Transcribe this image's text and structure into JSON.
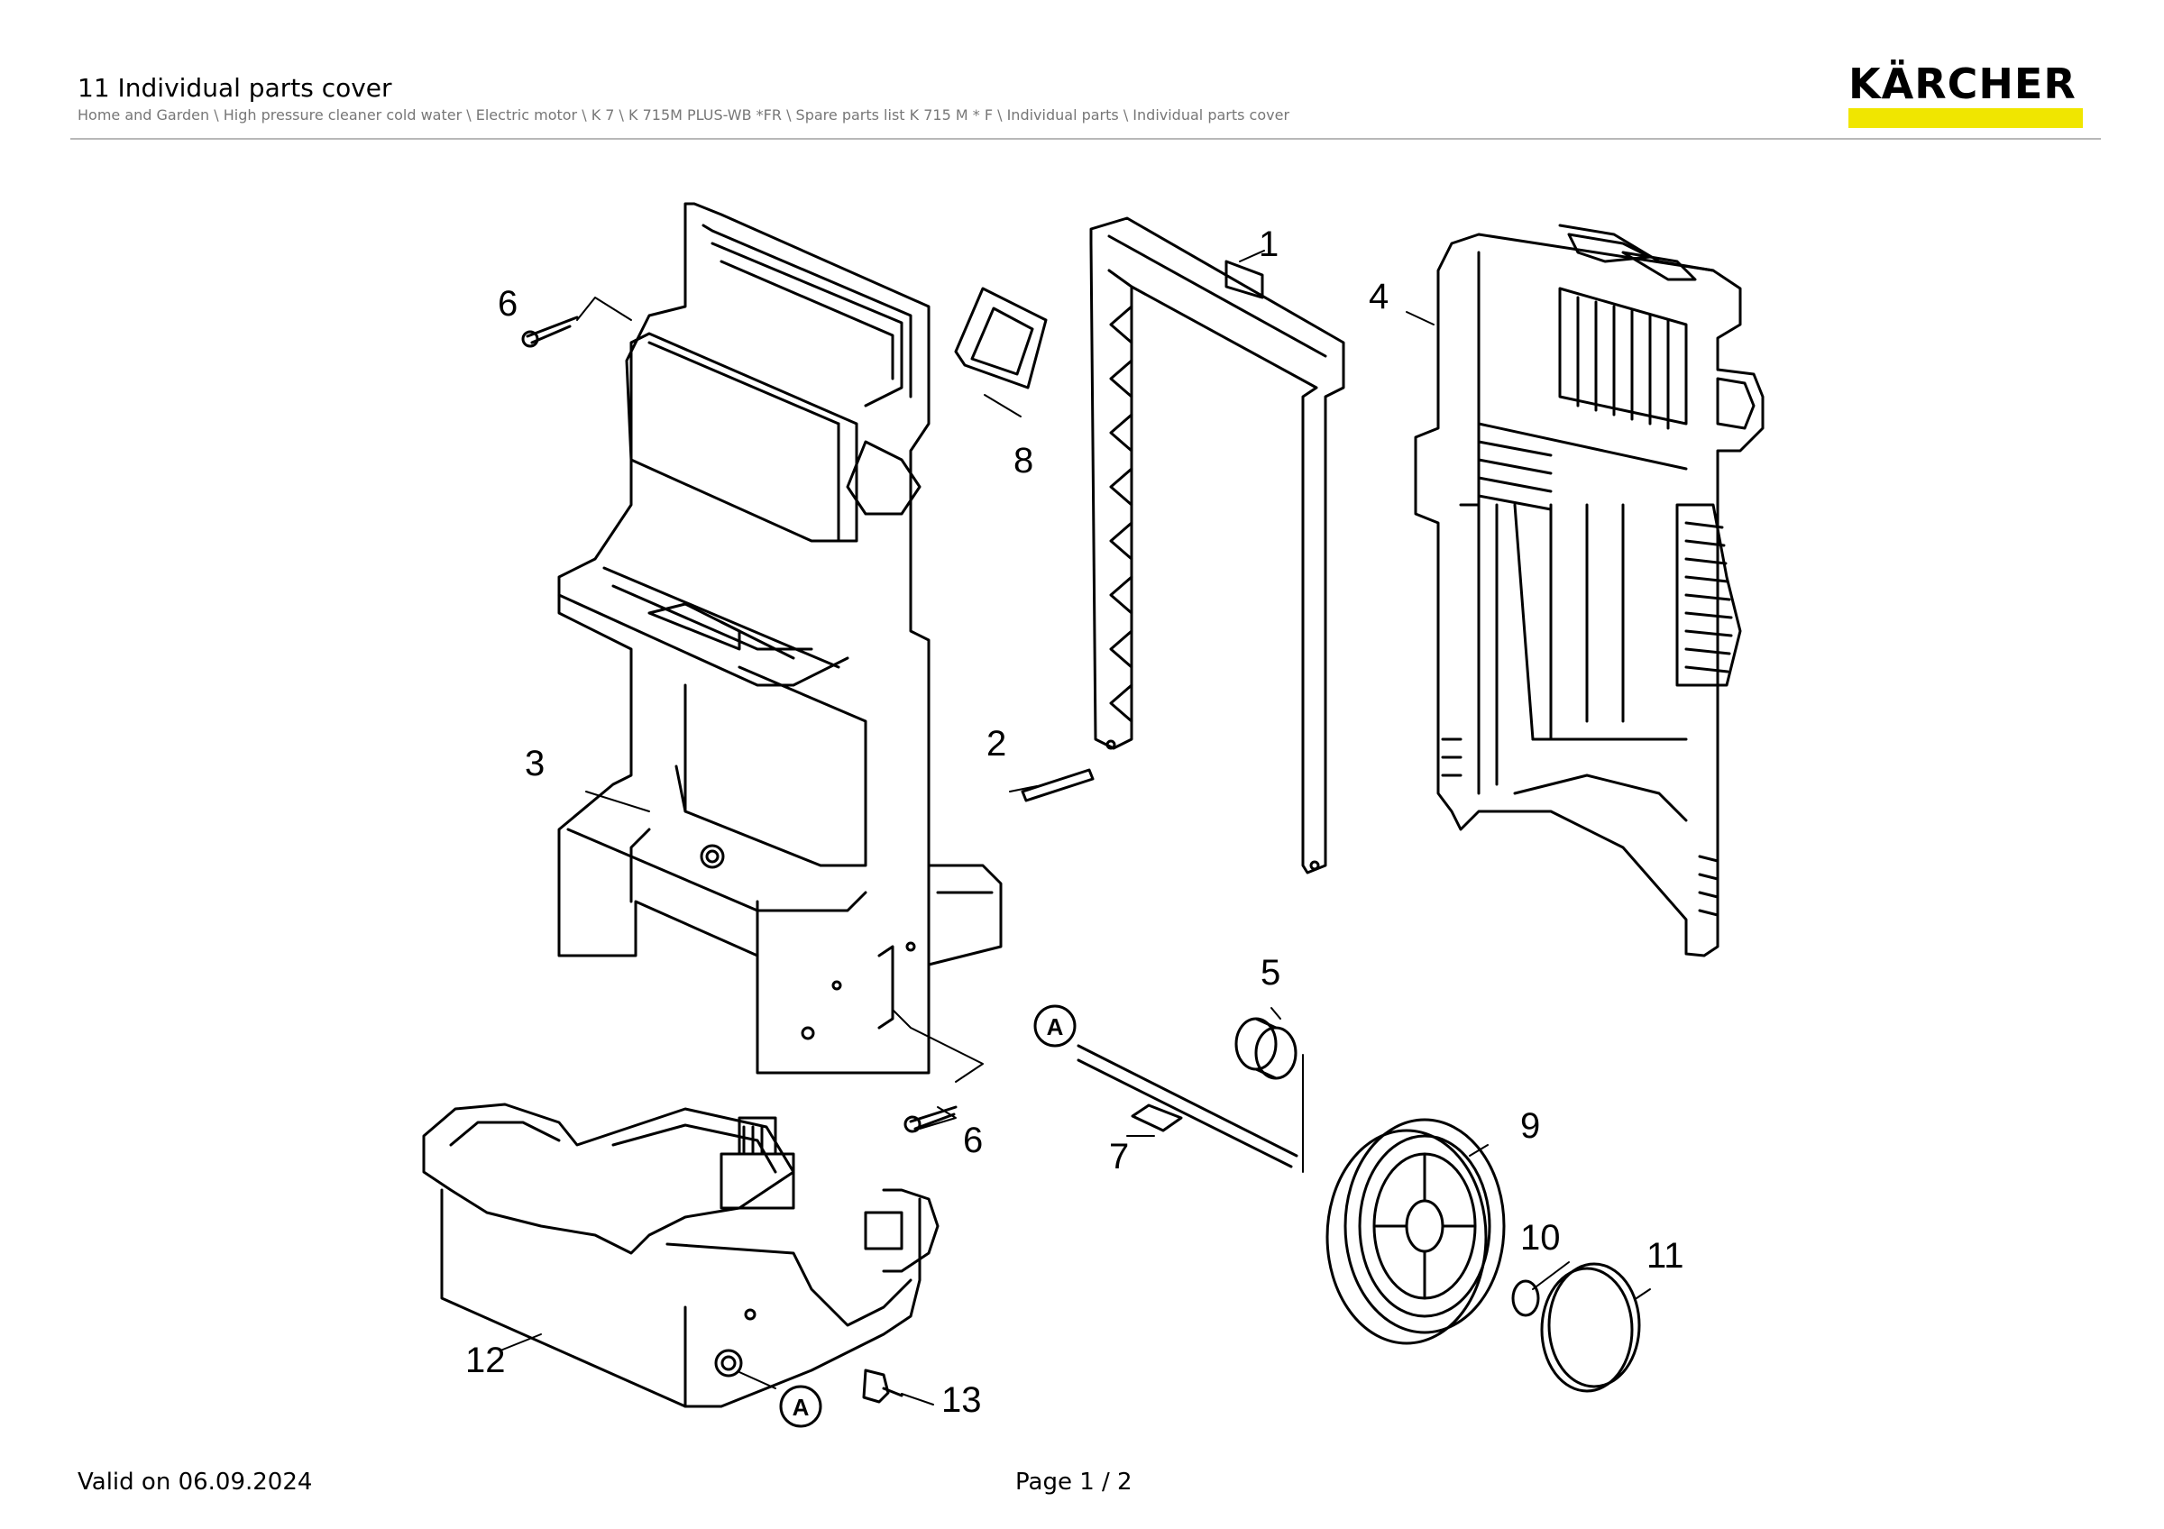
{
  "header": {
    "title": "11 Individual parts cover",
    "breadcrumb": "Home and Garden \\ High pressure cleaner cold water \\ Electric motor \\ K 7 \\ K 715M PLUS-WB *FR \\ Spare parts list K 715 M * F \\ Individual parts \\ Individual parts cover",
    "logo_text": "KÄRCHER",
    "logo_bar_color": "#f0e600"
  },
  "callouts": [
    "1",
    "2",
    "3",
    "4",
    "5",
    "6",
    "6",
    "7",
    "8",
    "9",
    "10",
    "11",
    "12",
    "13"
  ],
  "markers": [
    "A",
    "A"
  ],
  "footer": {
    "valid": "Valid on 06.09.2024",
    "page": "Page 1 / 2"
  }
}
